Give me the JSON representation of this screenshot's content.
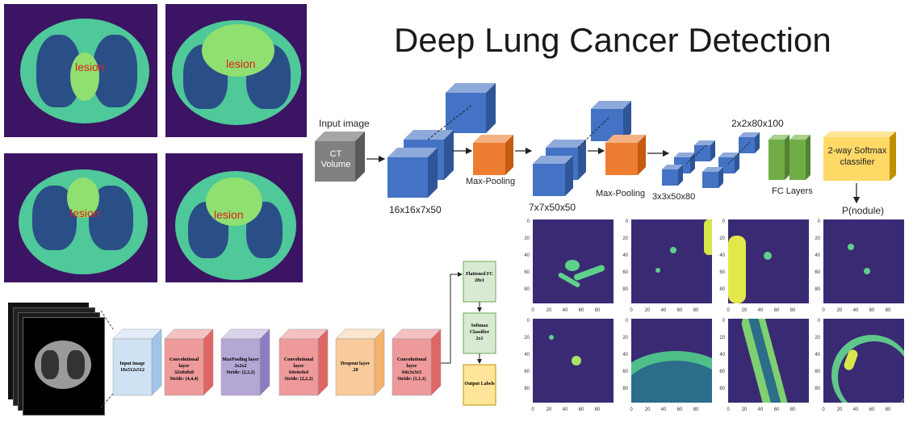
{
  "title": "Deep Lung Cancer Detection",
  "ct_scans": {
    "lesion_label": "lesion"
  },
  "top_pipeline": {
    "input_label": "Input image",
    "input_box": "CT Volume",
    "stage1_dims": "16x16x7x50",
    "maxpool1": "Max-Pooling",
    "stage2_dims": "7x7x50x50",
    "maxpool2": "Max-Pooling",
    "stage3_dims": "3x3x50x80",
    "stage4_dims": "2x2x80x100",
    "fc_label": "FC Layers",
    "softmax_label": "2-way Softmax classifier",
    "output_label": "P(nodule)"
  },
  "bottom_pipeline": {
    "blocks": [
      {
        "title": "Input image",
        "detail": "18x512x512",
        "color": "#cfe2f3"
      },
      {
        "title": "Convolutional layer",
        "detail": "32x8x8x8",
        "stride": "Stride: (4,4,4)",
        "color": "#ef9a9a"
      },
      {
        "title": "MaxPooling layer",
        "detail": "2x2x2",
        "stride": "Stride: (2,2,2)",
        "color": "#b4a7d6"
      },
      {
        "title": "Convolutional layer",
        "detail": "64x4x4x4",
        "stride": "Stride: (2,2,2)",
        "color": "#ef9a9a"
      },
      {
        "title": "Dropout layer",
        "detail": ".20",
        "color": "#f9cb9c"
      },
      {
        "title": "Convolutional layer",
        "detail": "64x3x3x3",
        "stride": "Stride: (1,1,1)",
        "color": "#ef9a9a"
      }
    ],
    "flattened_title": "Flattened FC",
    "flattened_detail": "28x1",
    "softmax_title": "Softmax Classifier",
    "softmax_detail": "2x1",
    "output_title": "Output Labels"
  },
  "patch_ticks": {
    "y": [
      "0",
      "20",
      "40",
      "60",
      "80"
    ],
    "x": [
      "0",
      "20",
      "40",
      "60",
      "80"
    ]
  },
  "colors": {
    "cube_blue": "#4472c4",
    "cube_orange": "#ed7d31",
    "fc_green": "#70ad47",
    "softmax_yellow": "#ffd966",
    "input_gray": "#808080"
  }
}
